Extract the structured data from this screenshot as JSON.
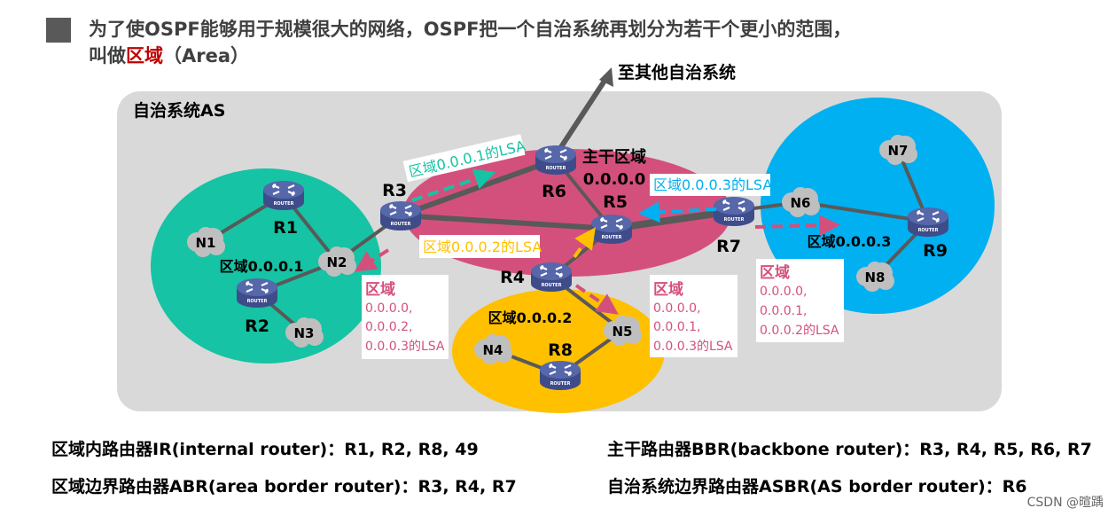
{
  "header": {
    "line1": "为了使OSPF能够用于规模很大的网络，OSPF把一个自治系统再划分为若干个更小的范围，",
    "line2_prefix": "叫做",
    "line2_highlight": "区域",
    "line2_suffix": "（Area）"
  },
  "diagram": {
    "as_label": "自治系统AS",
    "external_label": "至其他自治系统",
    "backbone_label": "主干区域",
    "backbone_id": "0.0.0.0",
    "areas": {
      "a1": "区域0.0.0.1",
      "a2": "区域0.0.0.2",
      "a3": "区域0.0.0.3"
    },
    "routers": {
      "r1": "R1",
      "r2": "R2",
      "r3": "R3",
      "r4": "R4",
      "r5": "R5",
      "r6": "R6",
      "r7": "R7",
      "r8": "R8",
      "r9": "R9"
    },
    "router_caption": "ROUTER",
    "networks": {
      "n1": "N1",
      "n2": "N2",
      "n3": "N3",
      "n4": "N4",
      "n5": "N5",
      "n6": "N6",
      "n7": "N7",
      "n8": "N8"
    },
    "lsa": {
      "l1": "区域0.0.0.1的LSA",
      "l2": "区域0.0.0.2的LSA",
      "l3": "区域0.0.0.3的LSA"
    },
    "boxes": {
      "b1": [
        "区域",
        "0.0.0.0,",
        "0.0.0.2,",
        "0.0.0.3的LSA"
      ],
      "b2": [
        "区域",
        "0.0.0.0,",
        "0.0.0.1,",
        "0.0.0.3的LSA"
      ],
      "b3": [
        "区域",
        "0.0.0.0,",
        "0.0.0.1,",
        "0.0.0.2的LSA"
      ]
    },
    "colors": {
      "area1": "#16c3a4",
      "backbone": "#d4507c",
      "area2": "#ffc000",
      "area3": "#00b0f0",
      "as": "#d9d9d9",
      "router": "#4b5b9e"
    }
  },
  "footer": {
    "ir": "区域内路由器IR(internal router)：R1, R2, R8, 49",
    "bbr": "主干路由器BBR(backbone router)：R3, R4, R5, R6, R7",
    "abr": "区域边界路由器ABR(area border router)：R3, R4, R7",
    "asbr": "自治系统边界路由器ASBR(AS border router)：R6"
  },
  "watermark": "CSDN @暄踽"
}
